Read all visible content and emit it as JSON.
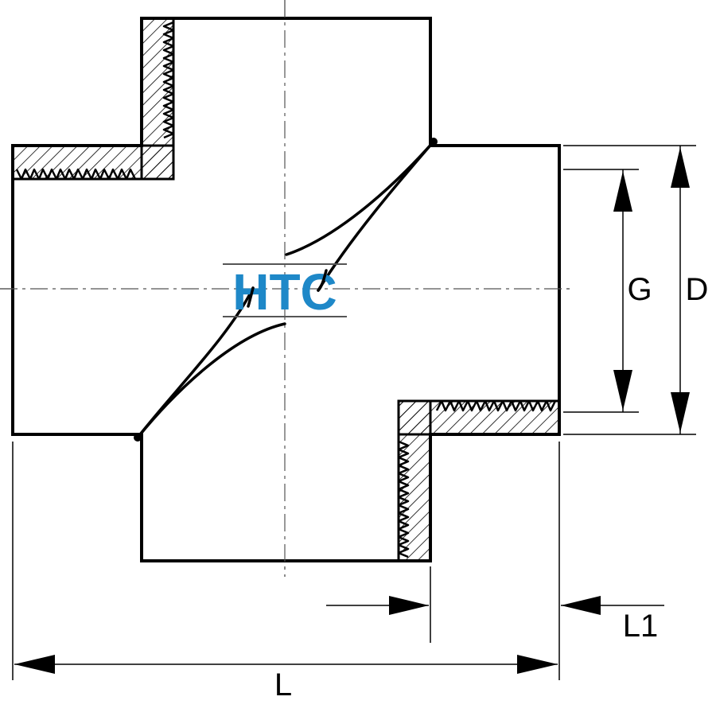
{
  "logo": {
    "text": "HTC",
    "color": "#1e88c8"
  },
  "dimensions": {
    "overall_length": "L",
    "thread_length": "L1",
    "outer_diameter": "D",
    "thread_size": "G"
  },
  "colors": {
    "line": "#000000",
    "background": "#ffffff",
    "centerline": "#555555"
  }
}
